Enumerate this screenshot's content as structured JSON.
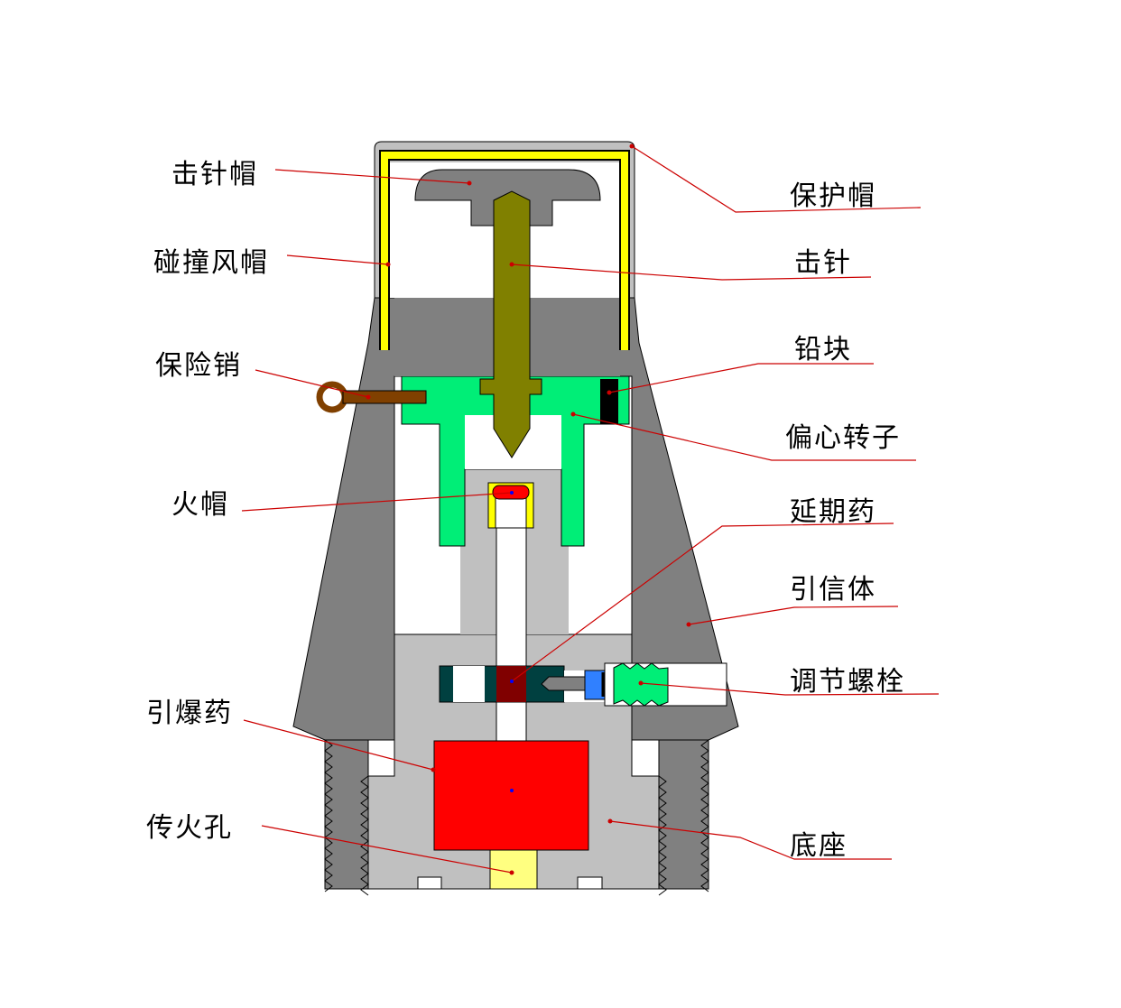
{
  "labels": {
    "striker_cap": "击针帽",
    "impact_windcap": "碰撞风帽",
    "safety_pin": "保险销",
    "primer": "火帽",
    "detonating_charge": "引爆药",
    "flash_hole": "传火孔",
    "protective_cap": "保护帽",
    "firing_pin": "击针",
    "lead_block": "铅块",
    "eccentric_rotor": "偏心转子",
    "delay_charge": "延期药",
    "fuze_body": "引信体",
    "adjusting_bolt": "调节螺栓",
    "base": "底座"
  },
  "colors": {
    "body": "#808080",
    "light": "#c0c0c0",
    "windcap": "#ffff00",
    "rotor": "#00ee77",
    "pin": "#808000",
    "safety_pin": "#804000",
    "charge": "#ff0000",
    "delay": "#800000",
    "teal": "#004040",
    "leader": "#cc0000"
  }
}
